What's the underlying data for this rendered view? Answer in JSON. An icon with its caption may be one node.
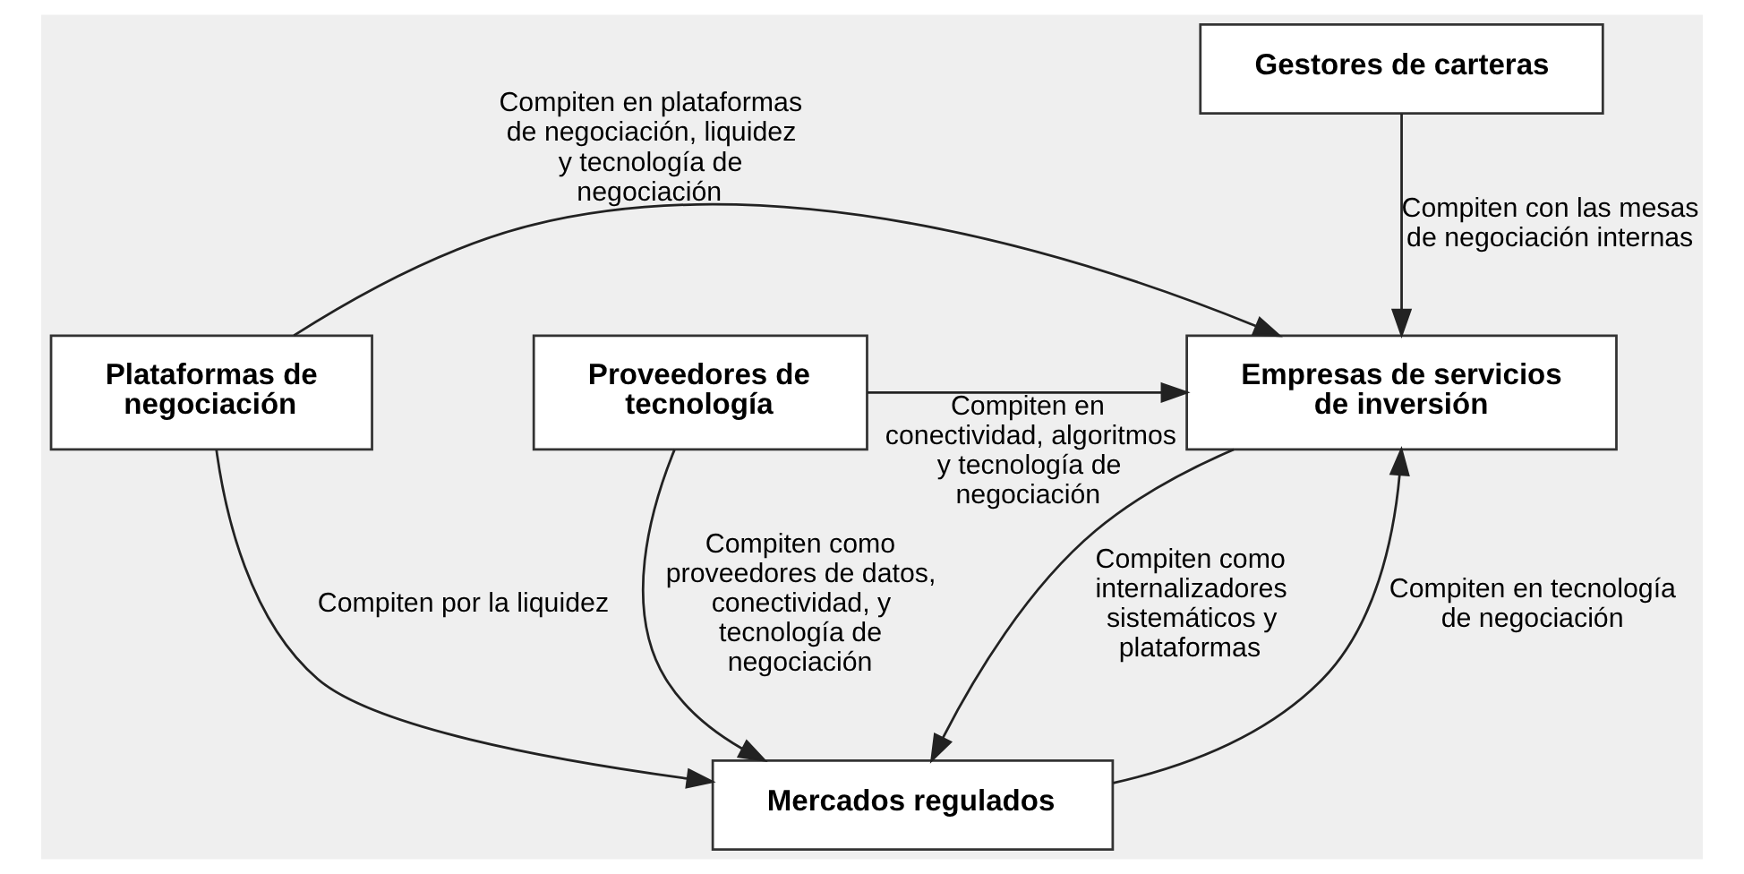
{
  "diagram": {
    "nodes": [
      {
        "text": [
          "Gestores de carteras"
        ]
      },
      {
        "text": [
          "Empresas de servicios de inversión"
        ]
      },
      {
        "text": [
          "Plataformas de negociación"
        ]
      },
      {
        "text": [
          "Proveedores de tecnología"
        ]
      },
      {
        "text": [
          "Mercados regulados"
        ]
      }
    ],
    "edges": [
      {
        "from": 0,
        "to": 1,
        "arrow": "to",
        "label": "Compiten con las mesas de negociación internas"
      },
      {
        "from": 2,
        "to": 1,
        "arrow": "to",
        "label": "Compiten en plataformas de negociación, liquidez y tecnología de negociación"
      },
      {
        "from": 3,
        "to": 1,
        "arrow": "to",
        "label": "Compiten en conectividad, algoritmos y tecnología de negociación"
      },
      {
        "from": 4,
        "to": 1,
        "arrow": "to",
        "label": "Compiten en tecnología de negociación"
      },
      {
        "from": 1,
        "to": 4,
        "arrow": "to",
        "label": "Compiten como internalizadores sistemáticos y plataformas"
      },
      {
        "from": 2,
        "to": 4,
        "arrow": "to",
        "label": "Compiten por la liquidez"
      },
      {
        "from": 3,
        "to": 4,
        "arrow": "to",
        "label": "Compiten como proveedores de datos, conectividad, y tecnología de negociación"
      }
    ]
  }
}
